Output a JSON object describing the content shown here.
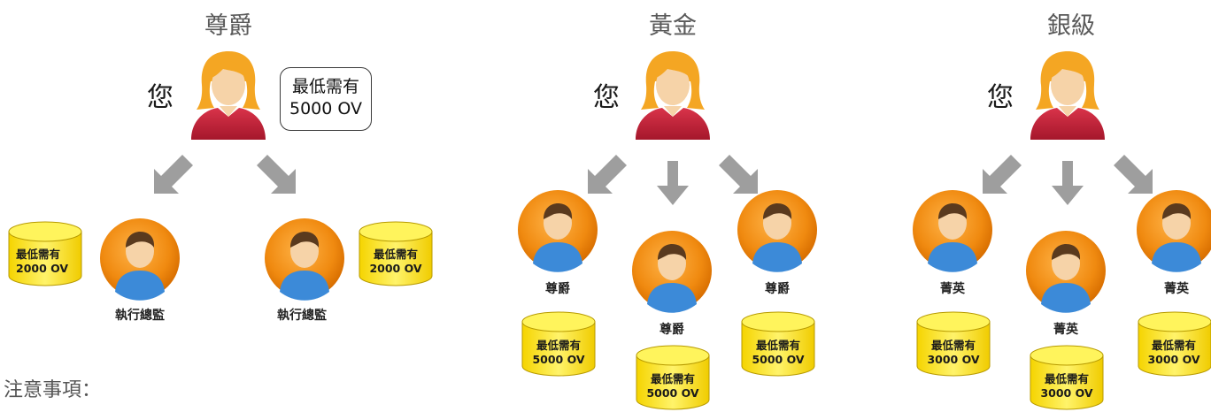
{
  "notes_label": "注意事項：",
  "panels": [
    {
      "title": "尊爵",
      "you_label": "您",
      "bubble": {
        "line1": "最低需有",
        "line2": "5000 OV"
      },
      "children": [
        {
          "rank": "執行總監",
          "req_line1": "最低需有",
          "req_line2": "2000 OV"
        },
        {
          "rank": "執行總監",
          "req_line1": "最低需有",
          "req_line2": "2000 OV"
        }
      ]
    },
    {
      "title": "黃金",
      "you_label": "您",
      "children": [
        {
          "rank": "尊爵",
          "req_line1": "最低需有",
          "req_line2": "5000 OV"
        },
        {
          "rank": "尊爵",
          "req_line1": "最低需有",
          "req_line2": "5000 OV"
        },
        {
          "rank": "尊爵",
          "req_line1": "最低需有",
          "req_line2": "5000 OV"
        }
      ]
    },
    {
      "title": "銀級",
      "you_label": "您",
      "children": [
        {
          "rank": "菁英",
          "req_line1": "最低需有",
          "req_line2": "3000 OV"
        },
        {
          "rank": "菁英",
          "req_line1": "最低需有",
          "req_line2": "3000 OV"
        },
        {
          "rank": "菁英",
          "req_line1": "最低需有",
          "req_line2": "3000 OV"
        }
      ]
    }
  ],
  "colors": {
    "female_hair": "#f4a623",
    "female_shirt": "#c0253a",
    "skin": "#f6d3a8",
    "male_hair": "#5a3a1e",
    "male_shirt": "#3c8ad8",
    "orange_circle": "#f08a10",
    "cylinder_fill": "#ffec00",
    "arrow": "#9e9e9e"
  }
}
